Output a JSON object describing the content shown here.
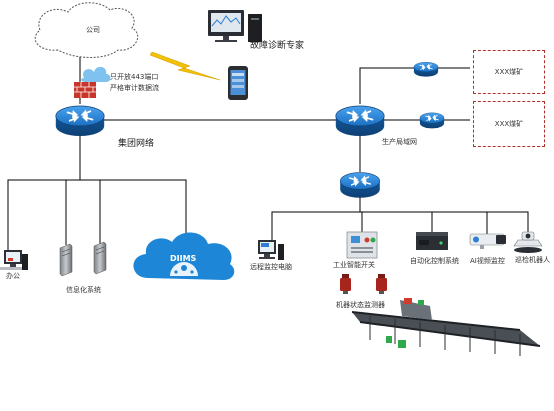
{
  "labels": {
    "public_net": "公司",
    "fault_expert": "故障诊断专家",
    "firewall_note_1": "只开放443端口",
    "firewall_note_2": "严格审计数据流",
    "group_network": "集团网络",
    "production_domain": "生产局域网",
    "mine_1": "XXX煤矿",
    "mine_2": "XXX煤矿",
    "office": "办公",
    "info_system": "信息化系统",
    "cloud_platform": "DIIMS",
    "remote_pc": "远程监控电脑",
    "industrial_switch": "工业智能开关",
    "automation_system": "自动化控制系统",
    "ai_video": "AI视频监控",
    "inspection_robot": "巡检机器人",
    "machine_sensor": "机器状态监测器"
  },
  "colors": {
    "router_blue": "#1b6fc2",
    "cloud_blue": "#1e86d6",
    "mine_border": "#b0302a",
    "line": "#000000",
    "lightning": "#f2c200"
  }
}
